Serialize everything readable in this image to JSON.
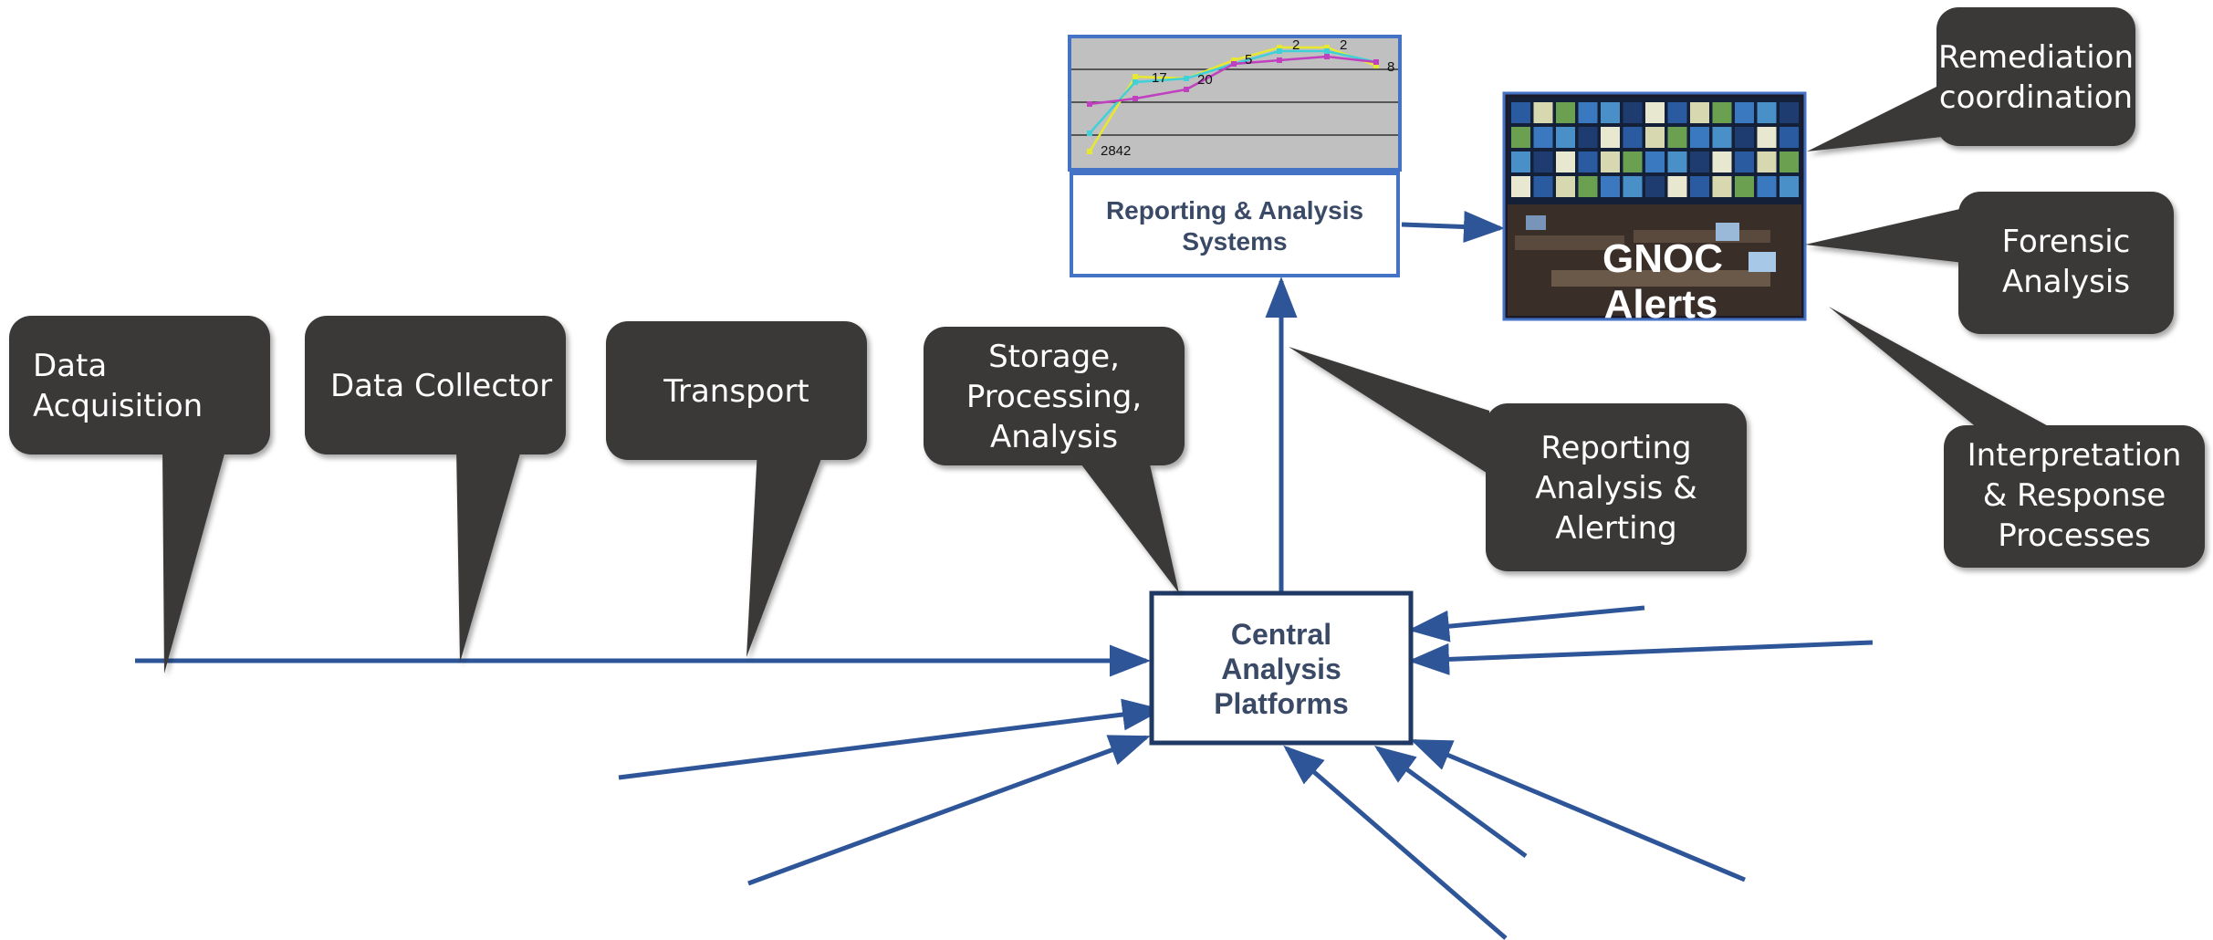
{
  "callouts": {
    "data_acquisition": [
      "Data",
      "Acquisition"
    ],
    "data_collector": [
      "Data Collector"
    ],
    "transport": [
      "Transport"
    ],
    "storage": [
      "Storage,",
      "Processing,",
      "Analysis"
    ],
    "reporting_alerting": [
      "Reporting",
      "Analysis &",
      "Alerting"
    ],
    "remediation": [
      "Remediation",
      "coordination"
    ],
    "forensic": [
      "Forensic",
      "Analysis"
    ],
    "interpretation": [
      "Interpretation",
      "& Response",
      "Processes"
    ]
  },
  "boxes": {
    "central": [
      "Central",
      "Analysis",
      "Platforms"
    ],
    "reporting_systems": [
      "Reporting & Analysis",
      "Systems"
    ]
  },
  "gnoc": [
    "GNOC",
    "Alerts"
  ],
  "mini_chart": {
    "series": [
      {
        "color": "#e8e830",
        "points": [
          [
            0,
            2842
          ],
          [
            1,
            17
          ],
          [
            2,
            20
          ],
          [
            3,
            5
          ],
          [
            4,
            2
          ],
          [
            5,
            2
          ],
          [
            6,
            8
          ]
        ]
      },
      {
        "color": "#40d0d8",
        "points": [
          [
            0,
            140
          ],
          [
            1,
            22
          ],
          [
            2,
            20
          ],
          [
            3,
            6
          ],
          [
            4,
            3
          ],
          [
            5,
            3
          ],
          [
            6,
            6
          ]
        ]
      },
      {
        "color": "#c040c0",
        "points": [
          [
            0,
            200
          ],
          [
            1,
            150
          ],
          [
            2,
            100
          ],
          [
            3,
            10
          ],
          [
            4,
            9
          ],
          [
            5,
            7
          ],
          [
            6,
            6
          ]
        ]
      }
    ],
    "labels": [
      "2842",
      "17",
      "20",
      "5",
      "2",
      "2",
      "8"
    ]
  },
  "colors": {
    "arrow": "#2e5597",
    "callout_fill": "#3a3838",
    "central_border": "#1f3864",
    "reporting_border": "#4472c4",
    "chart_bg": "#c0c0c0"
  }
}
